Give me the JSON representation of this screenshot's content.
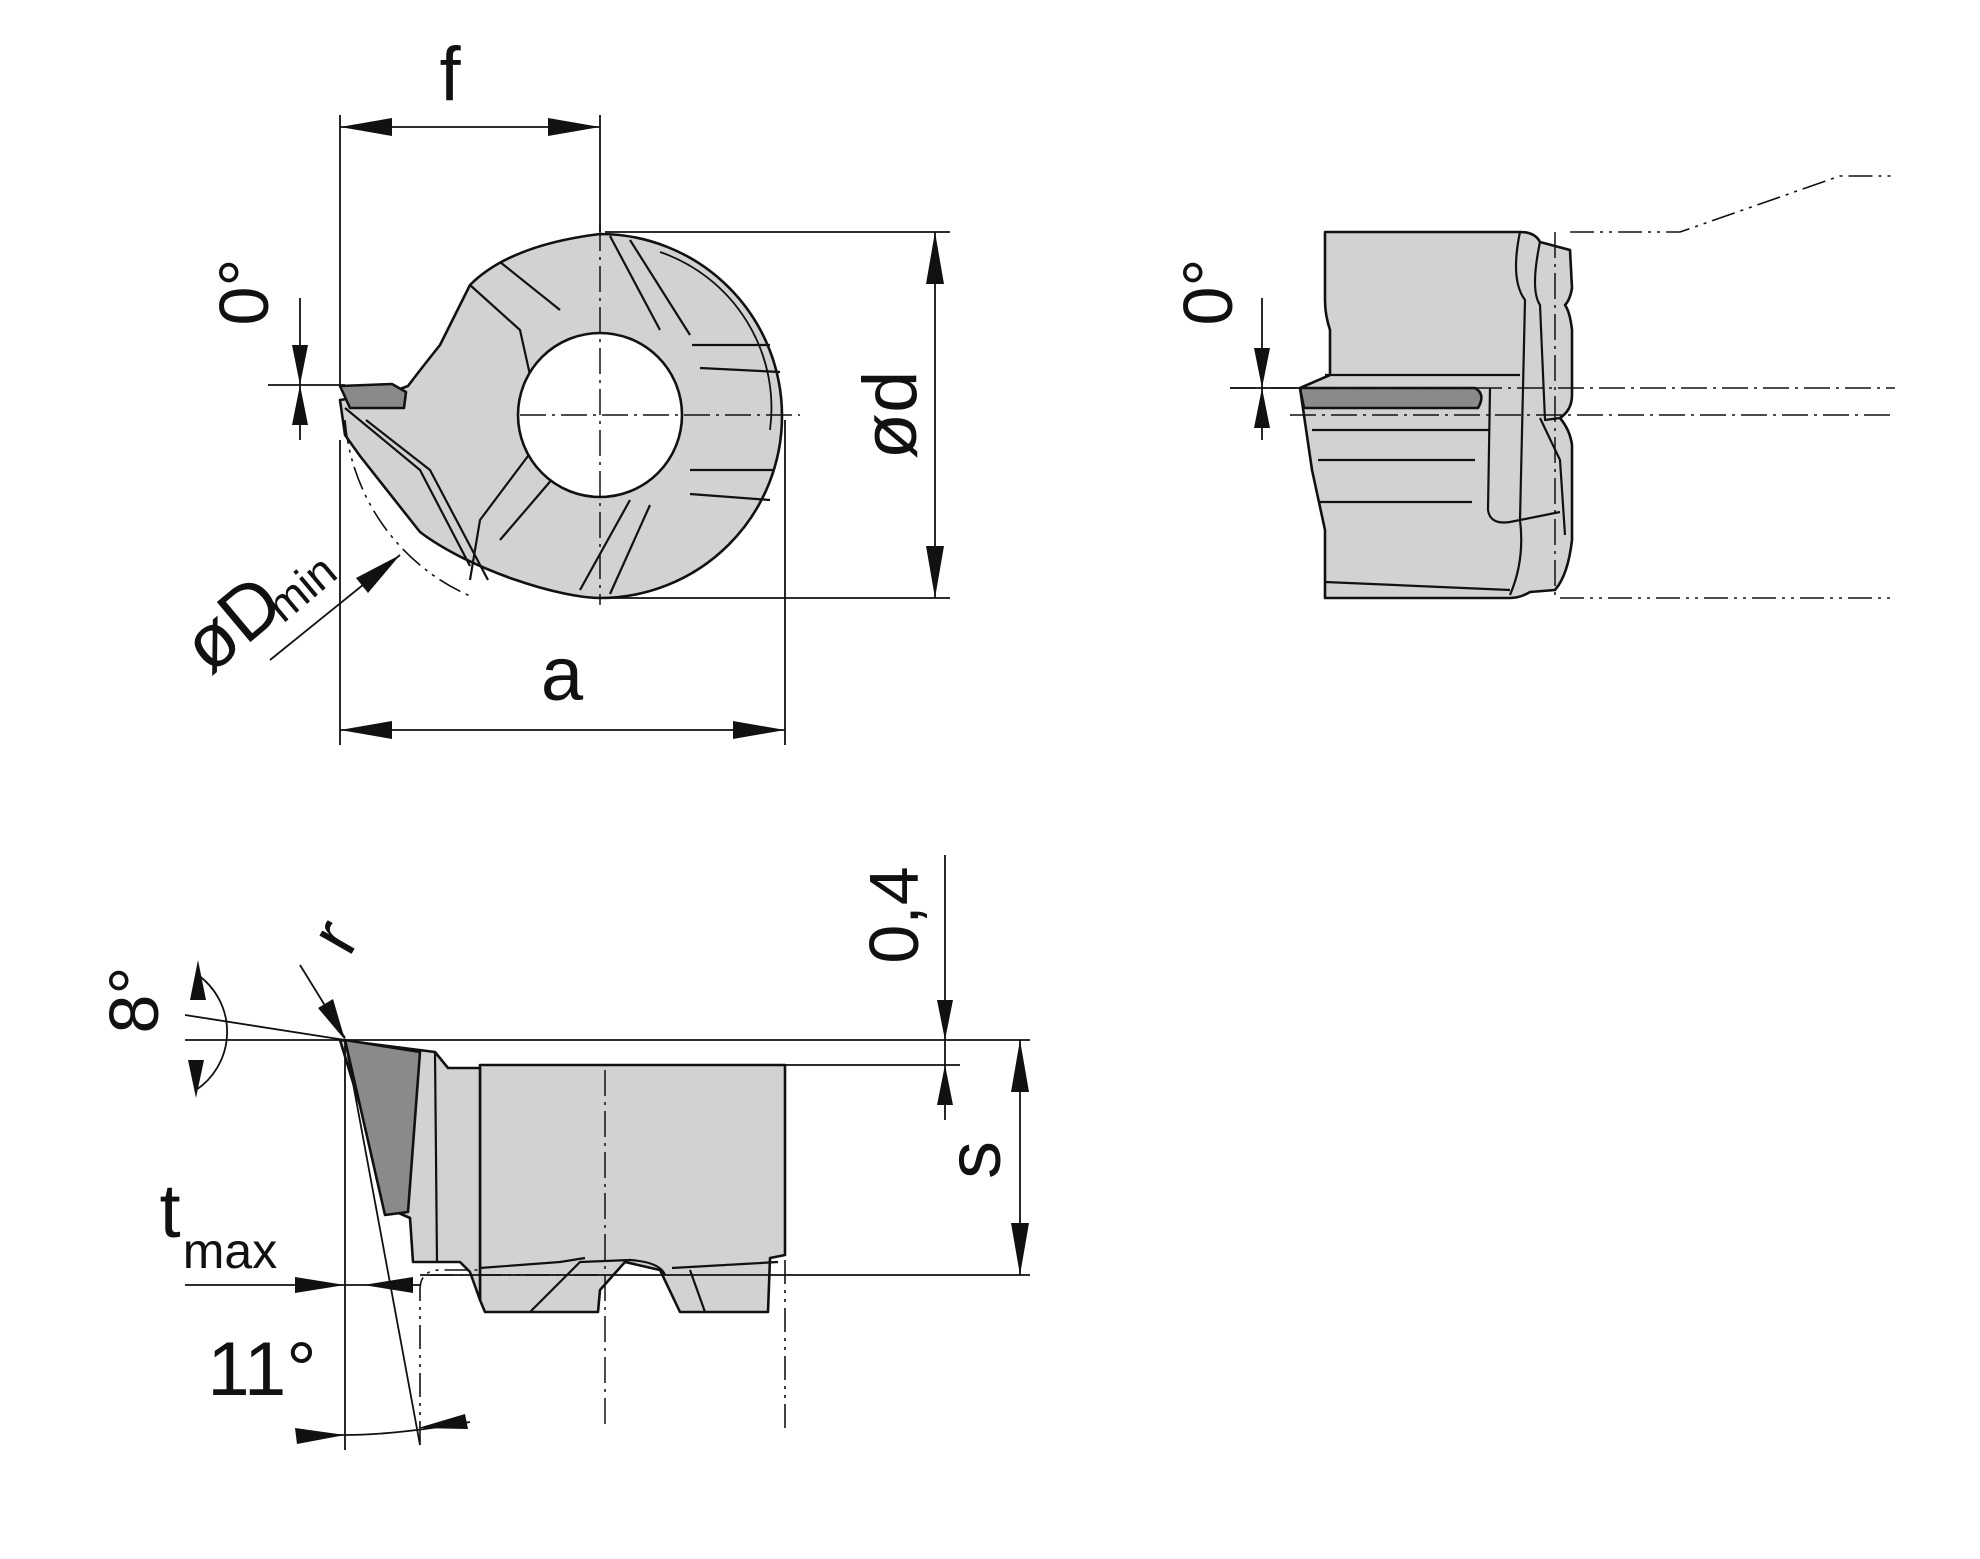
{
  "labels": {
    "f": "f",
    "zero_deg_front": "0°",
    "od": "ød",
    "dmin_main": "øD",
    "dmin_sub": "min",
    "a": "a",
    "zero_deg_side": "0°",
    "eight_deg": "8°",
    "r": "r",
    "zero_four": "0,4",
    "s": "s",
    "t_main": "t",
    "t_sub": "max",
    "eleven_deg": "11°"
  }
}
